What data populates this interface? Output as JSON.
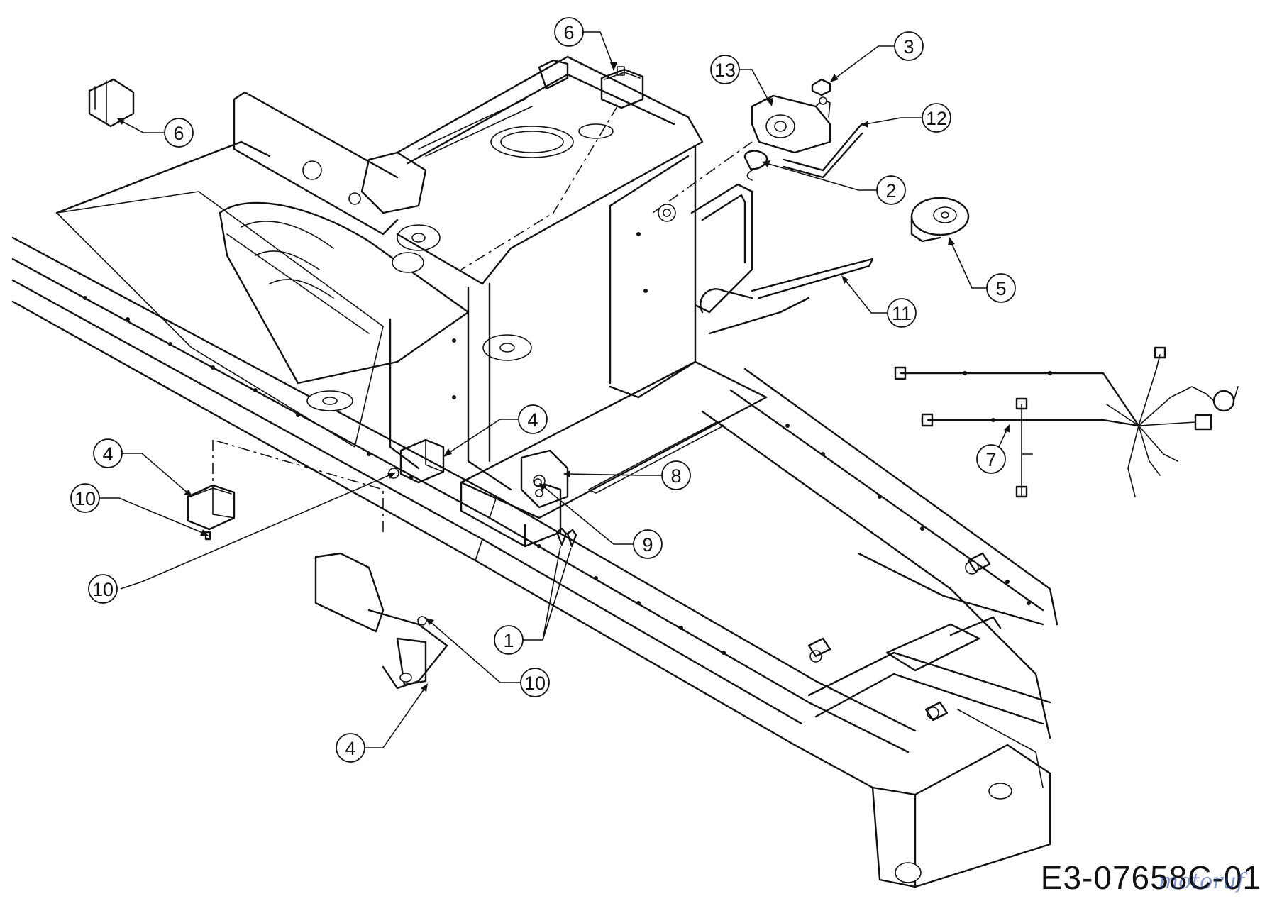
{
  "drawing_id": "E3-07658C-01",
  "watermark": "motoruf",
  "callouts": {
    "c6_top": "6",
    "c6_left": "6",
    "c13": "13",
    "c3": "3",
    "c12": "12",
    "c2": "2",
    "c5": "5",
    "c11": "11",
    "c7": "7",
    "c4_mid": "4",
    "c8": "8",
    "c9": "9",
    "c4_left": "4",
    "c10_a": "10",
    "c10_b": "10",
    "c1": "1",
    "c10_c": "10",
    "c4_bottom": "4"
  }
}
